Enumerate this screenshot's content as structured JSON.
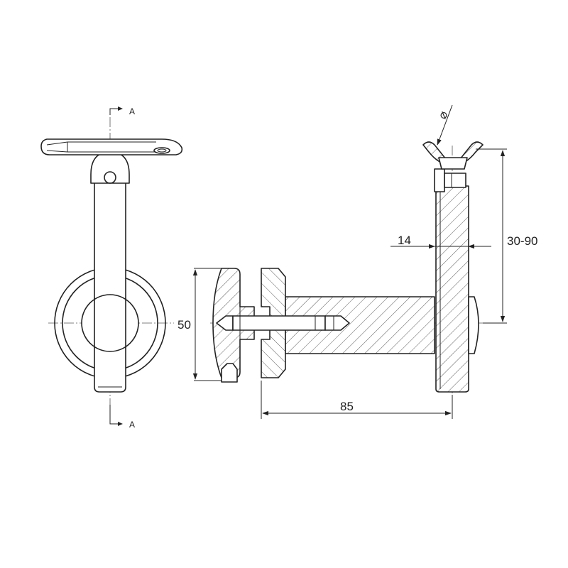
{
  "section_marks": {
    "top": "A",
    "bottom": "A"
  },
  "dimensions": {
    "height": "50",
    "projection": "85",
    "thickness": "14",
    "range": "30-90",
    "diameter_symbol": "⌀"
  }
}
